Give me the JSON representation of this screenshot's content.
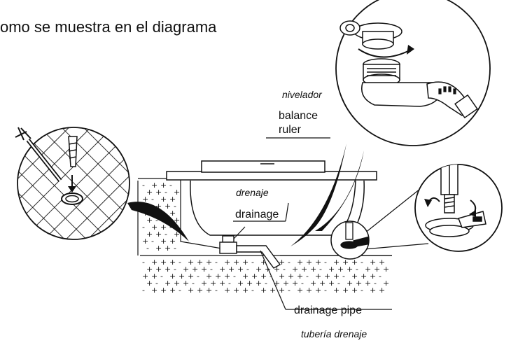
{
  "heading": "omo se muestra en el diagrama",
  "labels": {
    "leveler_es": "nivelador",
    "leveler_en_line1": "balance",
    "leveler_en_line2": "ruler",
    "drain_es": "drenaje",
    "drain_en": "drainage",
    "pipe_en": "drainage pipe",
    "pipe_es": "tubería drenaje"
  },
  "icons": [
    "caulking-gun-icon",
    "drain-trap-icon",
    "adjustable-foot-icon"
  ]
}
